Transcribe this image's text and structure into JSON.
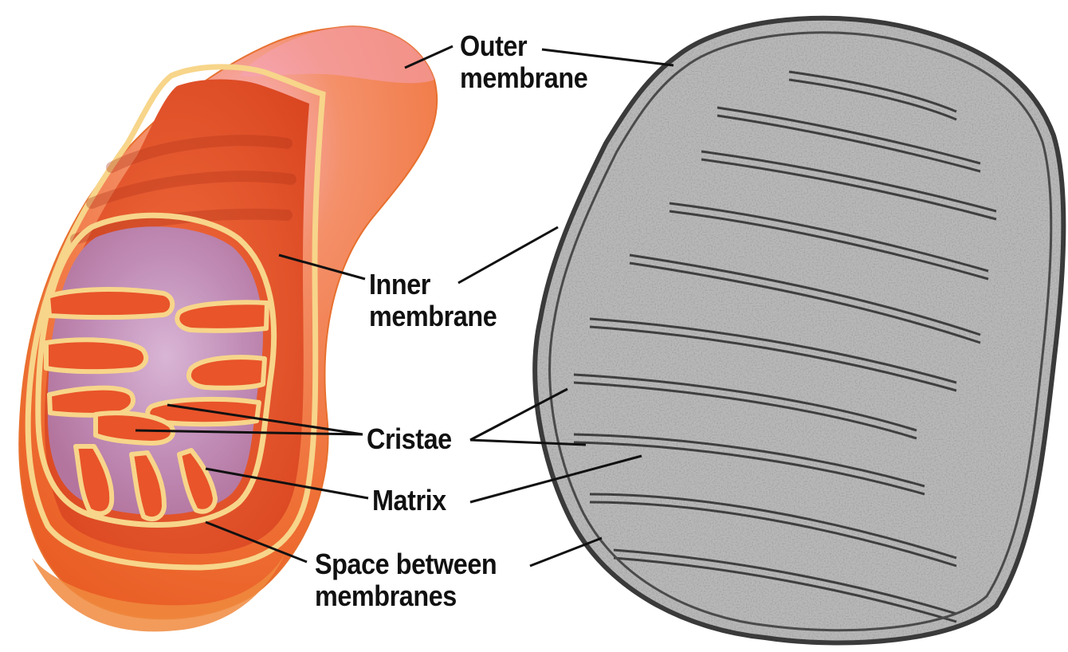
{
  "labels": {
    "outer_membrane": {
      "line1": "Outer",
      "line2": "membrane"
    },
    "inner_membrane": {
      "line1": "Inner",
      "line2": "membrane"
    },
    "cristae": "Cristae",
    "matrix": "Matrix",
    "space_between": {
      "line1": "Space between",
      "line2": "membranes"
    }
  },
  "colors": {
    "outer_orange": "#f07a3c",
    "inner_orange": "#e9542a",
    "membrane_cream": "#f7d58a",
    "matrix_lilac": "#c9a3c8",
    "em_gray": "#8a8a8a",
    "leader_line": "#111111"
  }
}
